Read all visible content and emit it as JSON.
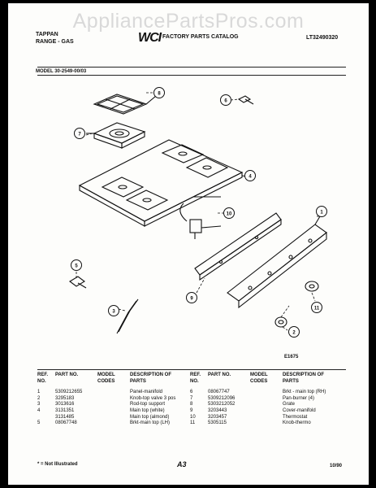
{
  "watermark": "AppliancePartsPros.com",
  "header": {
    "brand": "TAPPAN",
    "type": "RANGE - GAS",
    "logo": "WCI",
    "catalog": "FACTORY PARTS CATALOG",
    "catalog_code": "LT32490320",
    "model": "MODEL 30-2549-00/03"
  },
  "diagram": {
    "callouts": [
      "8",
      "7",
      "6",
      "5",
      "10",
      "1",
      "9",
      "3",
      "11",
      "2"
    ],
    "figure_code": "E1675"
  },
  "table_left": {
    "headers": [
      "REF. NO.",
      "PART NO.",
      "MODEL CODES",
      "DESCRIPTION OF PARTS"
    ],
    "rows": [
      [
        "1",
        "5309212655",
        "",
        "Panel-manifold"
      ],
      [
        "2",
        "3295183",
        "",
        "Knob-top valve 3 pos"
      ],
      [
        "3",
        "3013616",
        "",
        "Rod-top support"
      ],
      [
        "4",
        "3131351",
        "",
        "Main top (white)"
      ],
      [
        "",
        "3131485",
        "",
        "Main top (almond)"
      ],
      [
        "5",
        "08067748",
        "",
        "Brkt-main top (LH)"
      ]
    ]
  },
  "table_right": {
    "headers": [
      "REF. NO.",
      "PART NO.",
      "MODEL CODES",
      "DESCRIPTION OF PARTS"
    ],
    "rows": [
      [
        "6",
        "08067747",
        "",
        "Brkt - main top (RH)"
      ],
      [
        "7",
        "5309212096",
        "",
        "Pan-burner (4)"
      ],
      [
        "8",
        "5303212052",
        "",
        "Grate"
      ],
      [
        "9",
        "3203443",
        "",
        "Cover-manifold"
      ],
      [
        "10",
        "3203457",
        "",
        "Thermostat"
      ],
      [
        "11",
        "5305115",
        "",
        "Knob-thermo"
      ]
    ]
  },
  "footer": {
    "note": "* = Not Illustrated",
    "page": "A3",
    "date": "10/90"
  }
}
